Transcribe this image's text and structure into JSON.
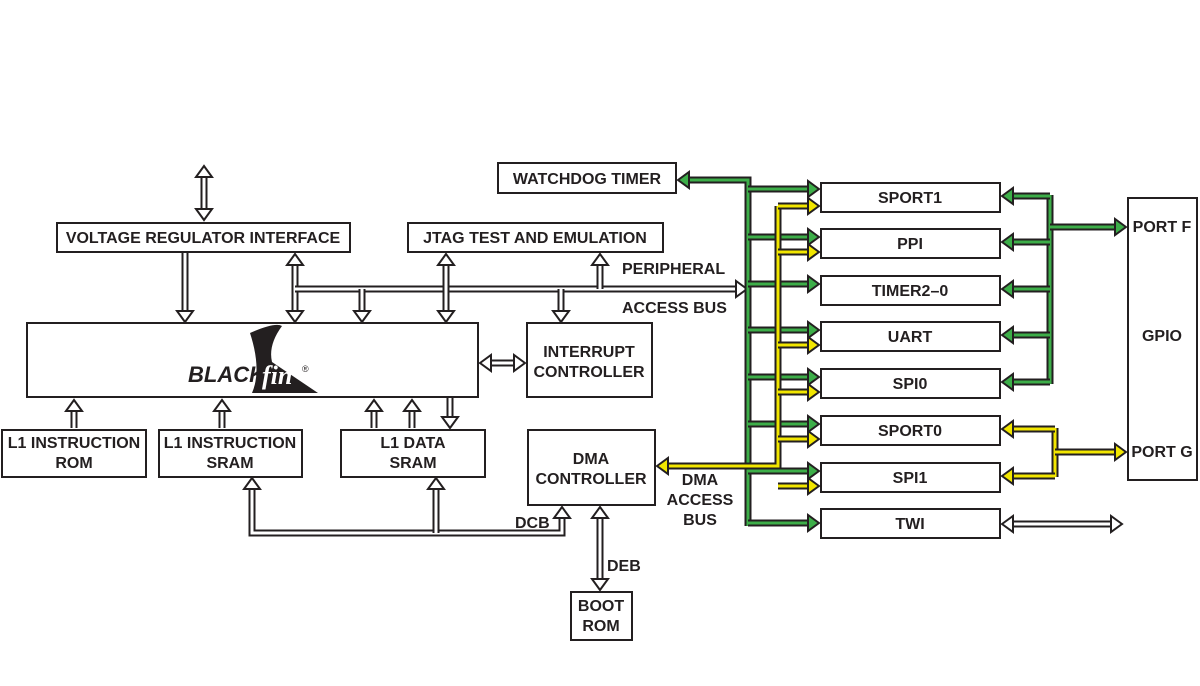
{
  "colors": {
    "outline": "#231f20",
    "peripheral_bus": "#3dae49",
    "dma_bus": "#f2e600",
    "hollow": "#ffffff"
  },
  "blocks": {
    "vreg": "VOLTAGE REGULATOR INTERFACE",
    "jtag": "JTAG TEST AND EMULATION",
    "watchdog": "WATCHDOG TIMER",
    "core_logo": "BLACKfin®",
    "interrupt": [
      "INTERRUPT",
      "CONTROLLER"
    ],
    "l1_irom": [
      "L1 INSTRUCTION",
      "ROM"
    ],
    "l1_isram": [
      "L1 INSTRUCTION",
      "SRAM"
    ],
    "l1_dsram": [
      "L1 DATA",
      "SRAM"
    ],
    "dma": [
      "DMA",
      "CONTROLLER"
    ],
    "boot": [
      "BOOT",
      "ROM"
    ],
    "gpio": "GPIO",
    "port_f": "PORT F",
    "port_g": "PORT G"
  },
  "peripherals": [
    "SPORT1",
    "PPI",
    "TIMER2–0",
    "UART",
    "SPI0",
    "SPORT0",
    "SPI1",
    "TWI"
  ],
  "bus_labels": {
    "peripheral": "PERIPHERAL",
    "access": "ACCESS BUS",
    "dma": [
      "DMA",
      "ACCESS",
      "BUS"
    ],
    "dcb": "DCB",
    "deb": "DEB"
  }
}
